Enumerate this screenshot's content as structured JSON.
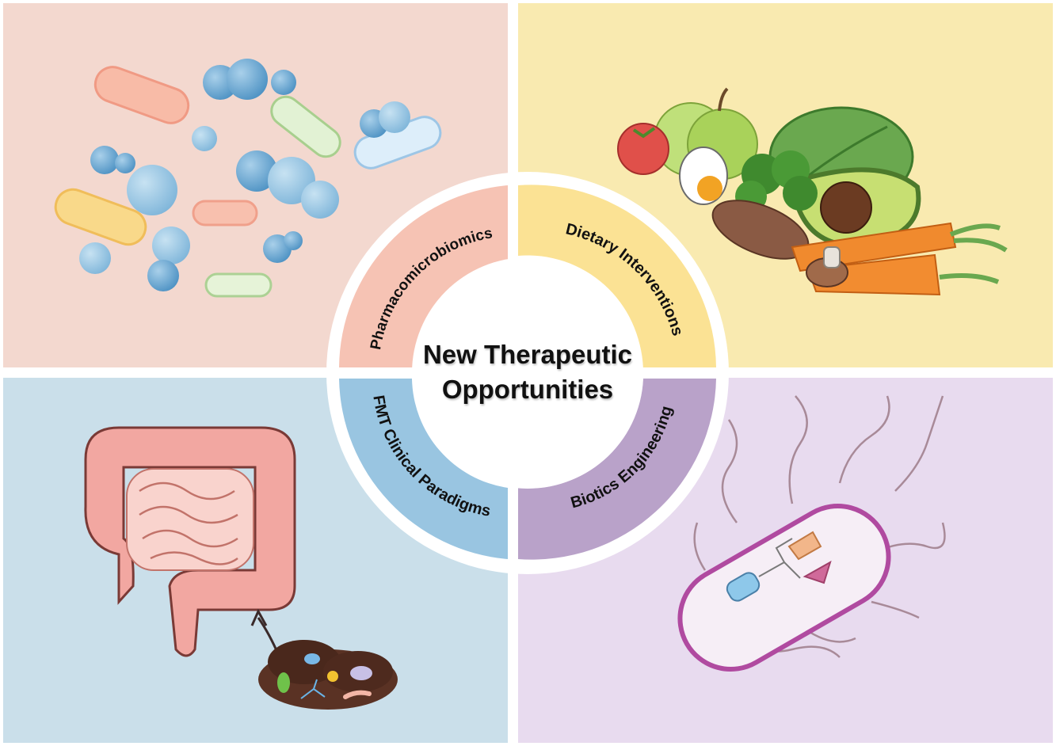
{
  "center": {
    "line1": "New Therapeutic",
    "line2": "Opportunities"
  },
  "quadrants": [
    {
      "name": "pharmacomicrobiomics",
      "label": "Pharmacomicrobiomics",
      "panel_color": "#f3d8cf",
      "band_color": "#f6c3b4",
      "illustration": "pills-and-capsules"
    },
    {
      "name": "dietary-interventions",
      "label": "Dietary Interventions",
      "panel_color": "#f9eab0",
      "band_color": "#fbe294",
      "illustration": "fruits-and-vegetables"
    },
    {
      "name": "fmt-clinical-paradigms",
      "label": "FMT Clinical Paradigms",
      "panel_color": "#cadfea",
      "band_color": "#99c5e1",
      "illustration": "intestine-and-stool"
    },
    {
      "name": "biotics-engineering",
      "label": "Biotics Engineering",
      "panel_color": "#e8dbef",
      "band_color": "#b9a2c9",
      "illustration": "engineered-bacterium"
    }
  ]
}
